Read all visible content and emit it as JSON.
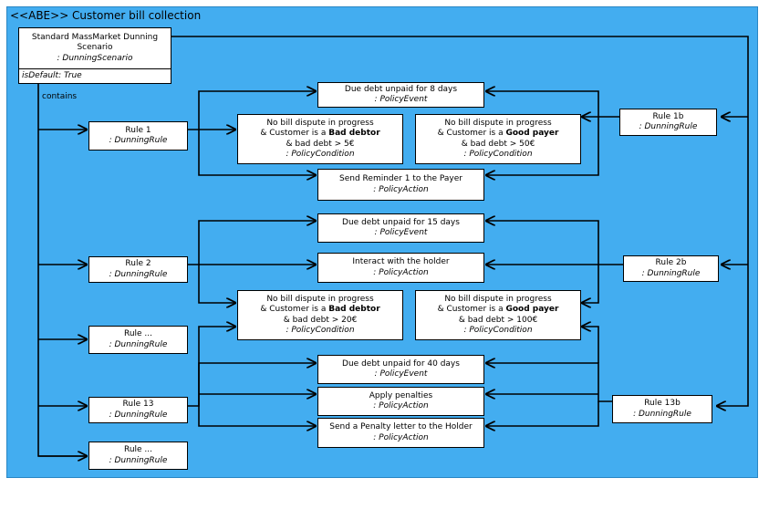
{
  "frame": {
    "title": "<<ABE>> Customer bill collection"
  },
  "scenario": {
    "name": "Standard MassMarket Dunning Scenario",
    "type": ": DunningScenario",
    "attribute": "isDefault: True"
  },
  "contains_label": "contains",
  "rules": [
    {
      "name": "Rule 1",
      "type": ": DunningRule"
    },
    {
      "name": "Rule 2",
      "type": ": DunningRule"
    },
    {
      "name": "Rule ...",
      "type": ": DunningRule"
    },
    {
      "name": "Rule 13",
      "type": ": DunningRule"
    },
    {
      "name": "Rule ...",
      "type": ": DunningRule"
    }
  ],
  "rules_b": [
    {
      "name": "Rule 1b",
      "type": ": DunningRule"
    },
    {
      "name": "Rule 2b",
      "type": ": DunningRule"
    },
    {
      "name": "Rule 13b",
      "type": ": DunningRule"
    }
  ],
  "events": [
    {
      "text": "Due debt unpaid for 8  days",
      "type": ": PolicyEvent"
    },
    {
      "text": "Due debt unpaid for 15  days",
      "type": ": PolicyEvent"
    },
    {
      "text": "Due debt unpaid for 40  days",
      "type": ": PolicyEvent"
    }
  ],
  "actions": [
    {
      "text": "Send Reminder 1 to the Payer",
      "type": ": PolicyAction"
    },
    {
      "text": "Interact with the holder",
      "type": ": PolicyAction"
    },
    {
      "text": "Apply penalties",
      "type": ": PolicyAction"
    },
    {
      "text": "Send a Penalty letter to the Holder",
      "type": ": PolicyAction"
    }
  ],
  "conditions": [
    {
      "line1": "No bill dispute in progress",
      "line2_pre": "& Customer is a ",
      "line2_bold": "Bad debtor",
      "line3": "& bad debt > 5€",
      "type": ": PolicyCondition"
    },
    {
      "line1": "No bill dispute in progress",
      "line2_pre": "& Customer is a ",
      "line2_bold": "Good payer",
      "line3": "& bad debt > 50€",
      "type": ": PolicyCondition"
    },
    {
      "line1": "No bill dispute in progress",
      "line2_pre": "& Customer is a ",
      "line2_bold": "Bad debtor",
      "line3": "& bad debt > 20€",
      "type": ": PolicyCondition"
    },
    {
      "line1": "No bill dispute in progress",
      "line2_pre": "& Customer is a ",
      "line2_bold": "Good payer",
      "line3": "& bad debt > 100€",
      "type": ": PolicyCondition"
    }
  ]
}
